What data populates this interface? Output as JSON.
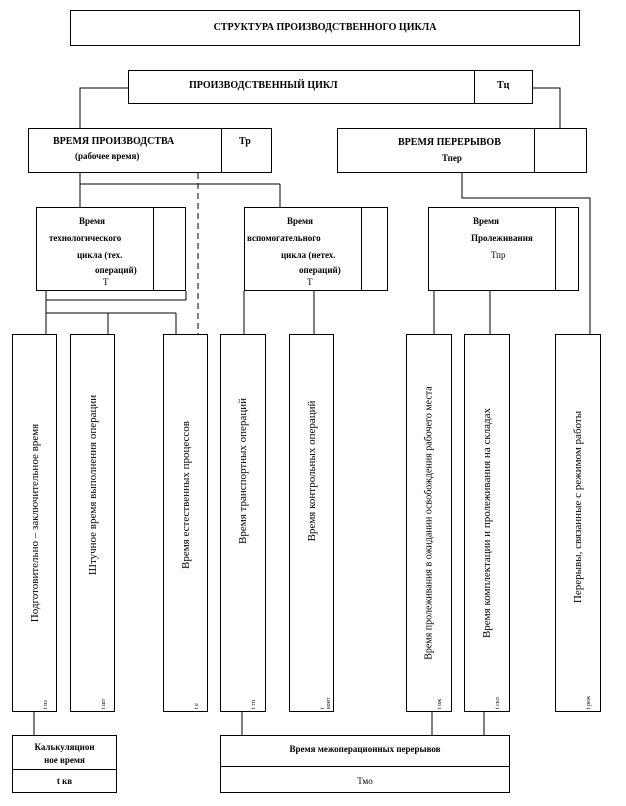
{
  "diagram": {
    "title": "СТРУКТУРА ПРОИЗВОДСТВЕННОГО ЦИКЛА",
    "cycle": {
      "label": "ПРОИЗВОДСТВЕННЫЙ ЦИКЛ",
      "symbol": "Тц"
    },
    "production_time": {
      "label": "ВРЕМЯ ПРОИЗВОДСТВА",
      "sub": "(рабочее время)",
      "symbol": "Тр"
    },
    "breaks_time": {
      "label": "ВРЕМЯ ПЕРЕРЫВОВ",
      "symbol": "Тпер"
    },
    "tech_cycle": {
      "lines": [
        "Время",
        "технологического",
        "цикла (тех.",
        "операций)"
      ],
      "symbol": "Т"
    },
    "aux_cycle": {
      "lines": [
        "Время",
        "вспомогательного",
        "цикла (нетех.",
        "операций)"
      ],
      "symbol": "Т"
    },
    "lying_time": {
      "lines": [
        "Время",
        "Пролеживания"
      ],
      "symbol": "Тпр"
    },
    "columns": [
      {
        "text": "Подготовительно – заключительное время",
        "tag": "t пз"
      },
      {
        "text": "Штучное время выполнения операции",
        "tag": "t шт"
      },
      {
        "text": "Время естественных процессов",
        "tag": "t е"
      },
      {
        "text": "Время транспортных операций",
        "tag": "t тп"
      },
      {
        "text": "Время контрольных операций",
        "tag": "t конт"
      },
      {
        "text": "Время пролеживания в ожидании освобождения рабочего места",
        "tag": "t ож"
      },
      {
        "text": "Время комплектации и пролеживания на складах",
        "tag": "t скл"
      },
      {
        "text": "Перерывы, связанные с режимом работы",
        "tag": "t реж"
      }
    ],
    "calc_time": {
      "lines": [
        "Калькуляцион",
        "ное время"
      ],
      "symbol": "t кв"
    },
    "interop_breaks": {
      "label": "Время межоперационных перерывов",
      "symbol": "Тмо"
    }
  }
}
